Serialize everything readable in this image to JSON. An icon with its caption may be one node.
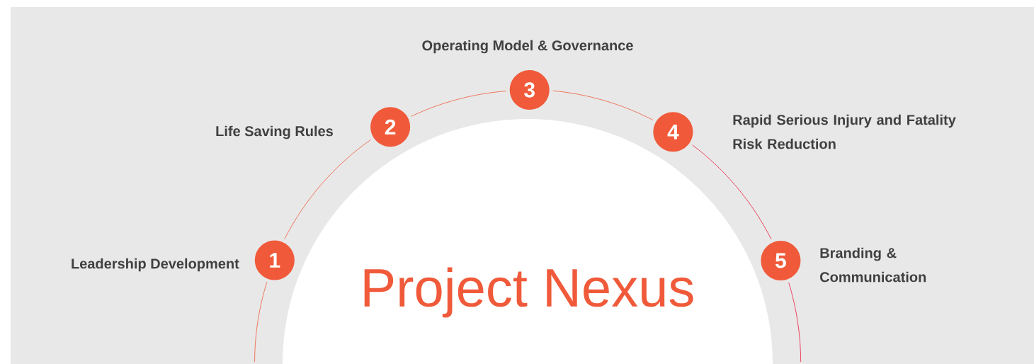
{
  "diagram": {
    "nodes": [
      {
        "text": [
          "1"
        ],
        "beside": [
          "Leadership Development"
        ]
      },
      {
        "text": [
          "2"
        ],
        "beside": [
          "Life Saving Rules"
        ]
      },
      {
        "text": [
          "3"
        ],
        "beside": [
          "Operating Model & Governance"
        ]
      },
      {
        "text": [
          "4"
        ],
        "beside": [
          "Rapid Serious Injury and Fatality Risk Reduction"
        ]
      },
      {
        "text": [
          "5"
        ],
        "beside": [
          "Branding & Communication"
        ]
      },
      {
        "text": [
          "Project Nexus"
        ]
      }
    ],
    "edges": [
      {
        "from": null,
        "to": 0,
        "arrow": "none"
      },
      {
        "from": 0,
        "to": 1,
        "arrow": "none"
      },
      {
        "from": 1,
        "to": 2,
        "arrow": "none"
      },
      {
        "from": 2,
        "to": 3,
        "arrow": "none"
      },
      {
        "from": 3,
        "to": 4,
        "arrow": "none",
        "color": "#ec1c3c"
      },
      {
        "from": 4,
        "to": null,
        "arrow": "none",
        "color": "#ec1c3c"
      }
    ]
  }
}
